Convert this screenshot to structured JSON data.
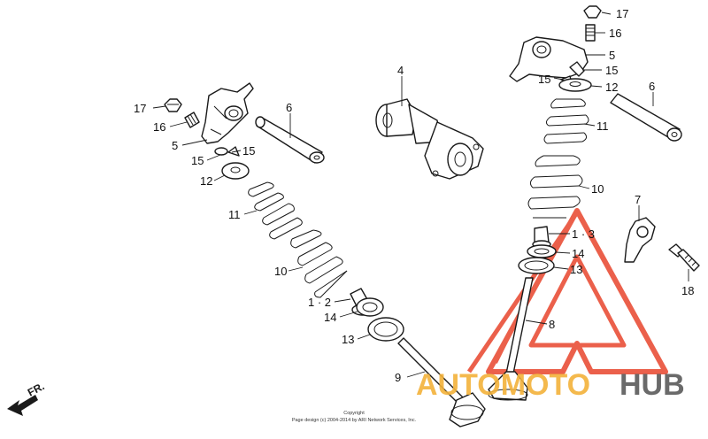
{
  "diagram": {
    "callouts": [
      {
        "id": "c17a",
        "text": "17"
      },
      {
        "id": "c16a",
        "text": "16"
      },
      {
        "id": "c5a",
        "text": "5"
      },
      {
        "id": "c15a",
        "text": "15"
      },
      {
        "id": "c12a",
        "text": "12"
      },
      {
        "id": "c6a",
        "text": "6"
      },
      {
        "id": "c4",
        "text": "4"
      },
      {
        "id": "c17b",
        "text": "17"
      },
      {
        "id": "c16b",
        "text": "16"
      },
      {
        "id": "c5b",
        "text": "5"
      },
      {
        "id": "c15b",
        "text": "15"
      },
      {
        "id": "c15c",
        "text": "15"
      },
      {
        "id": "c12b",
        "text": "12"
      },
      {
        "id": "c6b",
        "text": "6"
      },
      {
        "id": "c11b",
        "text": "11"
      },
      {
        "id": "c10b",
        "text": "10"
      },
      {
        "id": "c7",
        "text": "7"
      },
      {
        "id": "c13b",
        "text": "1 · 3"
      },
      {
        "id": "c14b",
        "text": "14"
      },
      {
        "id": "c13c",
        "text": "13"
      },
      {
        "id": "c18",
        "text": "18"
      },
      {
        "id": "c8",
        "text": "8"
      },
      {
        "id": "c15d",
        "text": "15"
      },
      {
        "id": "c11a",
        "text": "11"
      },
      {
        "id": "c10a",
        "text": "10"
      },
      {
        "id": "c12c",
        "text": "1 · 2"
      },
      {
        "id": "c14a",
        "text": "14"
      },
      {
        "id": "c13a",
        "text": "13"
      },
      {
        "id": "c9",
        "text": "9"
      }
    ],
    "direction_label": "FR.",
    "copyright_line1": "Copyright",
    "copyright_line2": "Page design (c) 2004-2014 by ARI Network Services, Inc."
  },
  "watermark": {
    "brand_part1": "AUTOMOTO",
    "brand_part2": "HUB",
    "color_primary": "#e8452c",
    "color_secondary": "#f3b23a",
    "color_hub": "#5a5a5a"
  }
}
